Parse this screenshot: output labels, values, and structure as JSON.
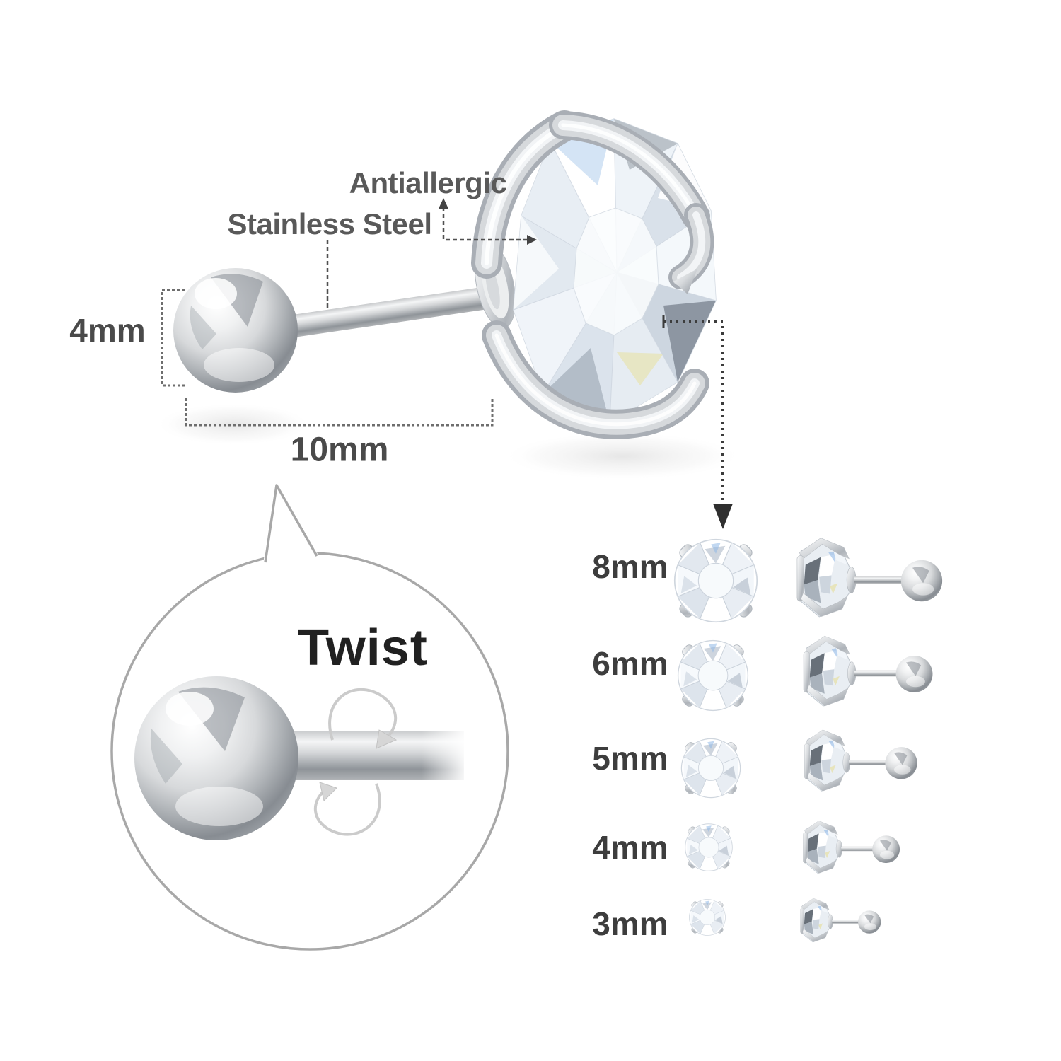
{
  "product": {
    "annotations": {
      "antiallergic": "Antiallergic",
      "stainless_steel": "Stainless Steel"
    },
    "dimensions": {
      "ball_diameter": "4mm",
      "post_length": "10mm"
    },
    "callout": {
      "label": "Twist"
    }
  },
  "size_chart": {
    "rows": [
      {
        "label": "8mm"
      },
      {
        "label": "6mm"
      },
      {
        "label": "5mm"
      },
      {
        "label": "4mm"
      },
      {
        "label": "3mm"
      }
    ]
  },
  "colors": {
    "background": "#ffffff",
    "annotation_text": "#595959",
    "dimension_text": "#4a4a4a",
    "size_text": "#3d3d3d",
    "twist_text": "#212121",
    "annotation_line": "#4f4f4f",
    "pointer_line": "#3c3c3c",
    "callout_outline": "#a8a8a8",
    "metal_light": "#f4f5f6",
    "metal_mid": "#c7cbd0",
    "metal_dark": "#8e939a",
    "gem_facet": "#e2e8ef",
    "gem_accent_blue": "#8fb8e6"
  }
}
